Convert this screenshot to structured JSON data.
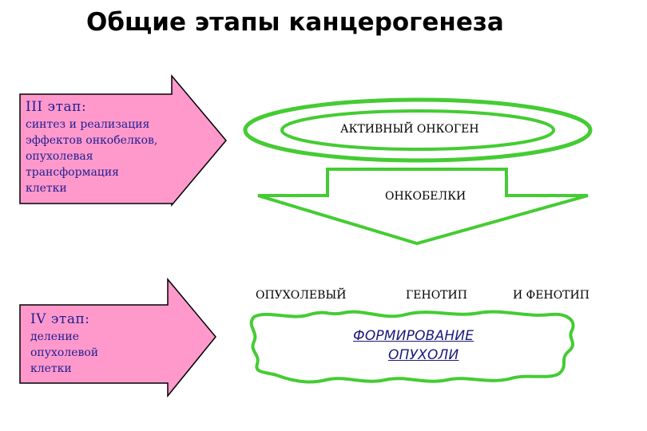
{
  "title": "Общие этапы канцерогенеза",
  "stage3": {
    "heading": "III  этап:",
    "lines": [
      "синтез и реализация",
      "эффектов онкобелков,",
      "опухолевая",
      "трансформация",
      "клетки"
    ]
  },
  "stage4": {
    "heading": "IV  этап:",
    "lines": [
      "деление",
      "опухолевой",
      "клетки"
    ]
  },
  "oncogene_label": "АКТИВНЫЙ  ОНКОГЕН",
  "oncoproteins_label": "ОНКОБЕЛКИ",
  "phenotype_row": {
    "word1": "ОПУХОЛЕВЫЙ",
    "word2": "ГЕНОТИП",
    "word3": "И   ФЕНОТИП"
  },
  "tumor": {
    "line1": "ФОРМИРОВАНИЕ",
    "line2": "ОПУХОЛИ"
  },
  "colors": {
    "arrow_fill": "#ff99cc",
    "arrow_stroke": "#000000",
    "green": "#44cc33",
    "text_blue": "#1f1f8f"
  }
}
